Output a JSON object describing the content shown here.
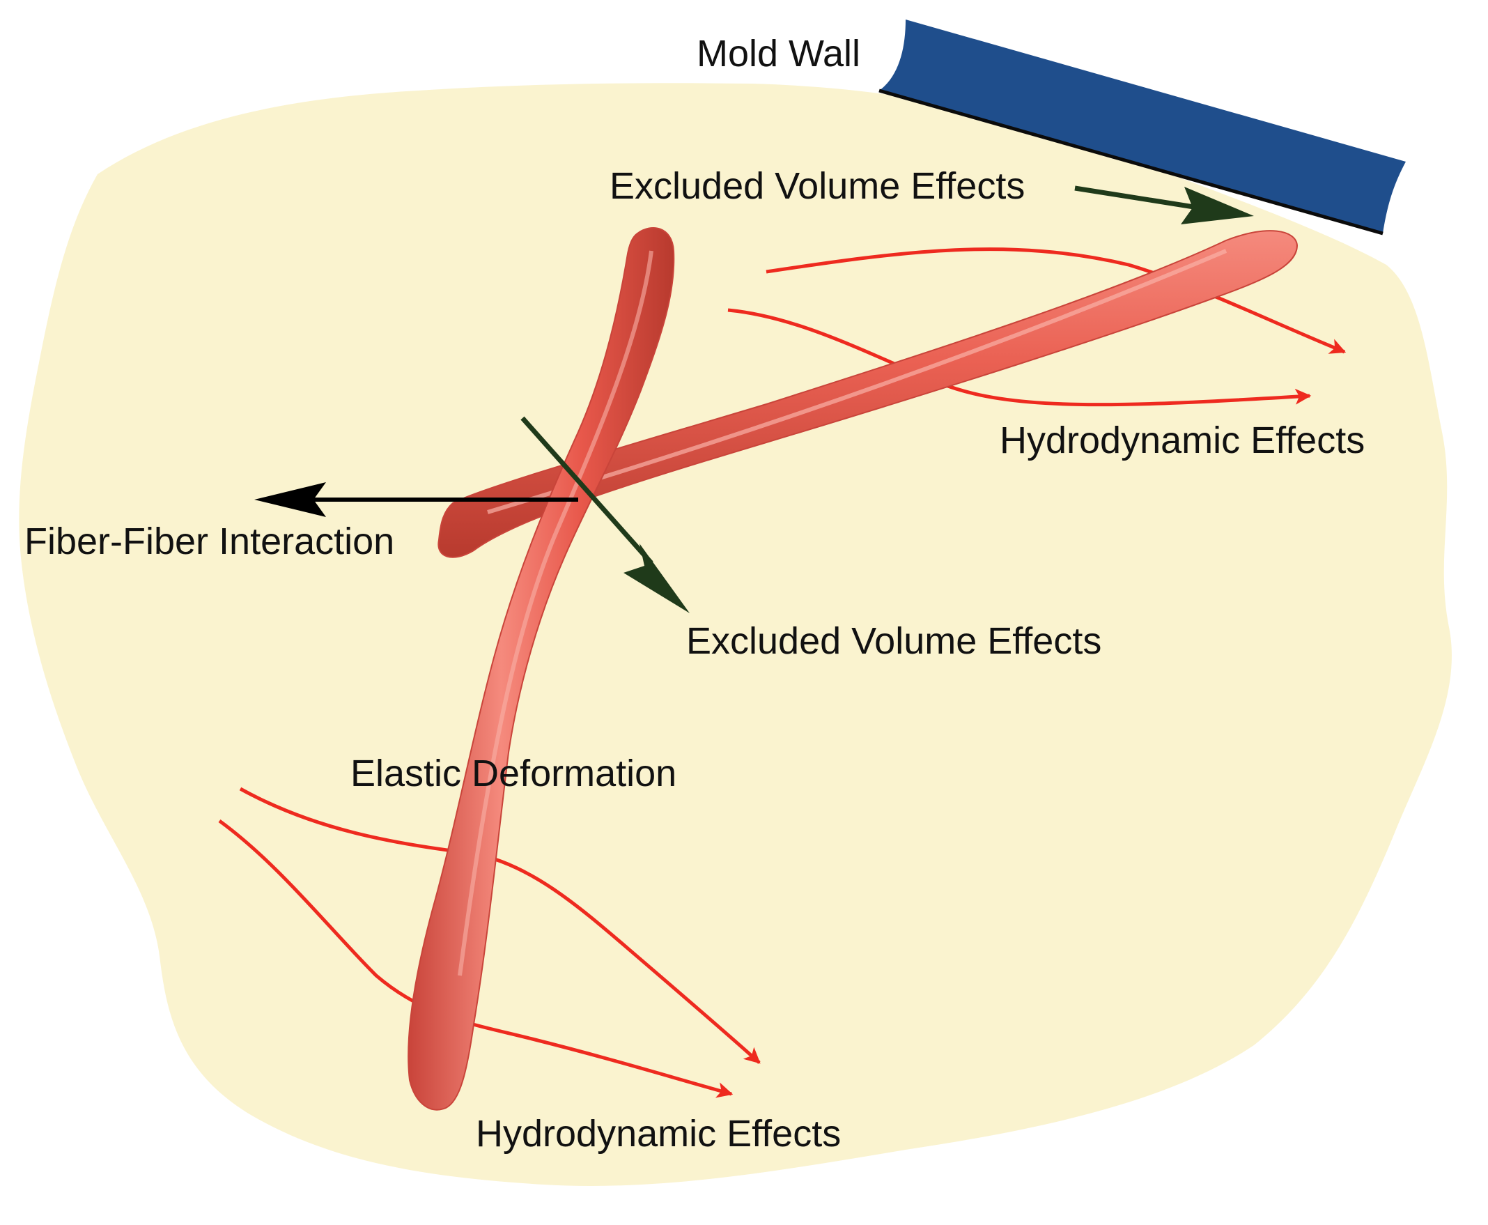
{
  "labels": {
    "mold_wall": "Mold Wall",
    "excluded_volume_top": "Excluded Volume Effects",
    "hydrodynamic_right": "Hydrodynamic Effects",
    "fiber_fiber": "Fiber-Fiber Interaction",
    "excluded_volume_mid": "Excluded Volume Effects",
    "elastic_deformation": "Elastic Deformation",
    "hydrodynamic_bottom": "Hydrodynamic Effects"
  },
  "colors": {
    "background_blob": "#faf3cf",
    "fiber": "#e8584b",
    "fiber_highlight": "#f58a7d",
    "fiber_shadow": "#b83a2e",
    "flow_arrow": "#ee2a1f",
    "excluded_arrow": "#1f3a1a",
    "interaction_arrow": "#000000",
    "mold_wall": "#1f4e8c"
  },
  "icons": {
    "fiber_a": "fiber-shape",
    "fiber_b": "fiber-shape",
    "flow": "arrow-icon",
    "mold": "wall-shape"
  }
}
